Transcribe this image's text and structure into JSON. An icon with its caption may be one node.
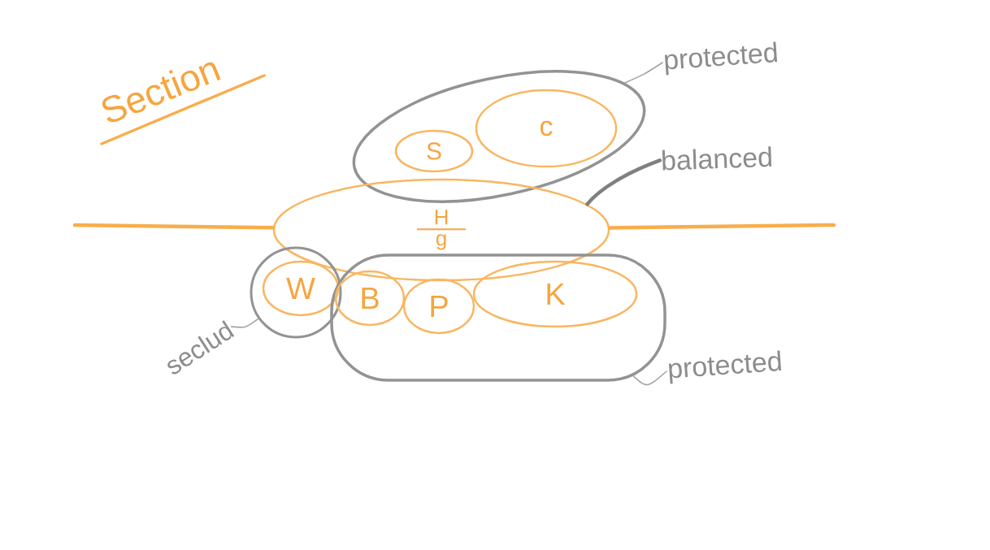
{
  "diagram": {
    "title": "Section",
    "nodes": [
      {
        "text": [
          "protected"
        ]
      },
      {
        "text": [],
        "shape": "ellipse"
      },
      {
        "text": [
          "S"
        ],
        "in": 1
      },
      {
        "text": [
          "c"
        ],
        "in": 1
      },
      {
        "text": [
          "balanced"
        ]
      },
      {
        "text": [
          "H",
          "g"
        ]
      },
      {
        "text": [],
        "shape": "circle"
      },
      {
        "text": [
          "W"
        ],
        "in": 6
      },
      {
        "text": [],
        "shape": "box"
      },
      {
        "text": [
          "B"
        ],
        "in": 8
      },
      {
        "text": [
          "P"
        ],
        "in": 8
      },
      {
        "text": [
          "K"
        ],
        "in": 8
      },
      {
        "text": [
          "seclud"
        ]
      },
      {
        "text": [
          "protected"
        ]
      }
    ],
    "edges": [
      {
        "from": 0,
        "to": 1,
        "arrow": "none"
      },
      {
        "from": 4,
        "to": 5,
        "arrow": "none",
        "style": "thick",
        "color": "#808080"
      },
      {
        "from": null,
        "to": 5,
        "arrow": "none",
        "style": "thick",
        "color": "#f8ad4c"
      },
      {
        "from": 5,
        "to": null,
        "arrow": "none",
        "style": "thick",
        "color": "#f8ad4c"
      },
      {
        "from": 12,
        "to": 6,
        "arrow": "none"
      },
      {
        "from": 13,
        "to": 8,
        "arrow": "none"
      }
    ]
  }
}
